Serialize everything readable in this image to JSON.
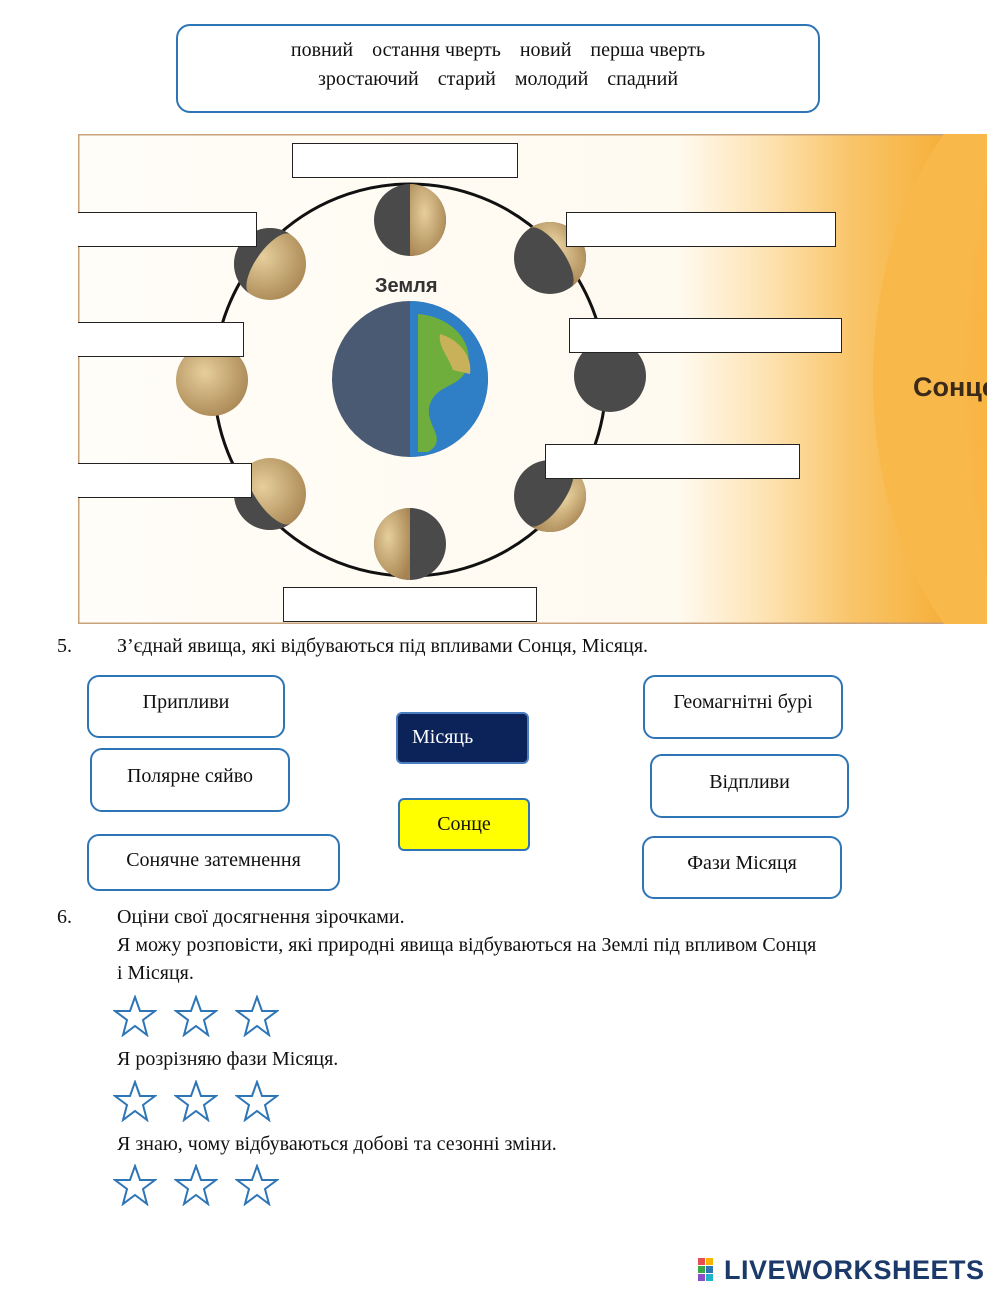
{
  "word_bank": {
    "row1": [
      "повний",
      "остання чверть",
      "новий",
      "перша чверть"
    ],
    "row2": [
      "зростаючий",
      "старий",
      "молодий",
      "спадний"
    ]
  },
  "diagram": {
    "earth_label": "Земля",
    "sun_label": "Сонце"
  },
  "question5": {
    "number": "5.",
    "text": "З’єднай явища, які відбуваються під впливами Сонця, Місяця.",
    "left_items": [
      "Припливи",
      "Полярне сяйво",
      "Сонячне затемнення"
    ],
    "right_items": [
      "Геомагнітні бурі",
      "Відпливи",
      "Фази Місяця"
    ],
    "moon_label": "Місяць",
    "sun_label": "Сонце"
  },
  "question6": {
    "number": "6.",
    "title": "Оціни свої досягнення зірочками.",
    "statements": [
      "Я можу розповісти, які природні явища відбуваються на Землі під впливом Сонця",
      "і Місяця.",
      "Я розрізняю фази Місяця.",
      "Я знаю, чому відбуваються добові та сезонні зміни."
    ]
  },
  "logo": {
    "text": "LIVEWORKSHEETS"
  },
  "colors": {
    "accent_blue": "#2e75b6",
    "moon_button": "#0b2358",
    "sun_button": "#ffff00",
    "sun_orange": "#f5a623"
  }
}
